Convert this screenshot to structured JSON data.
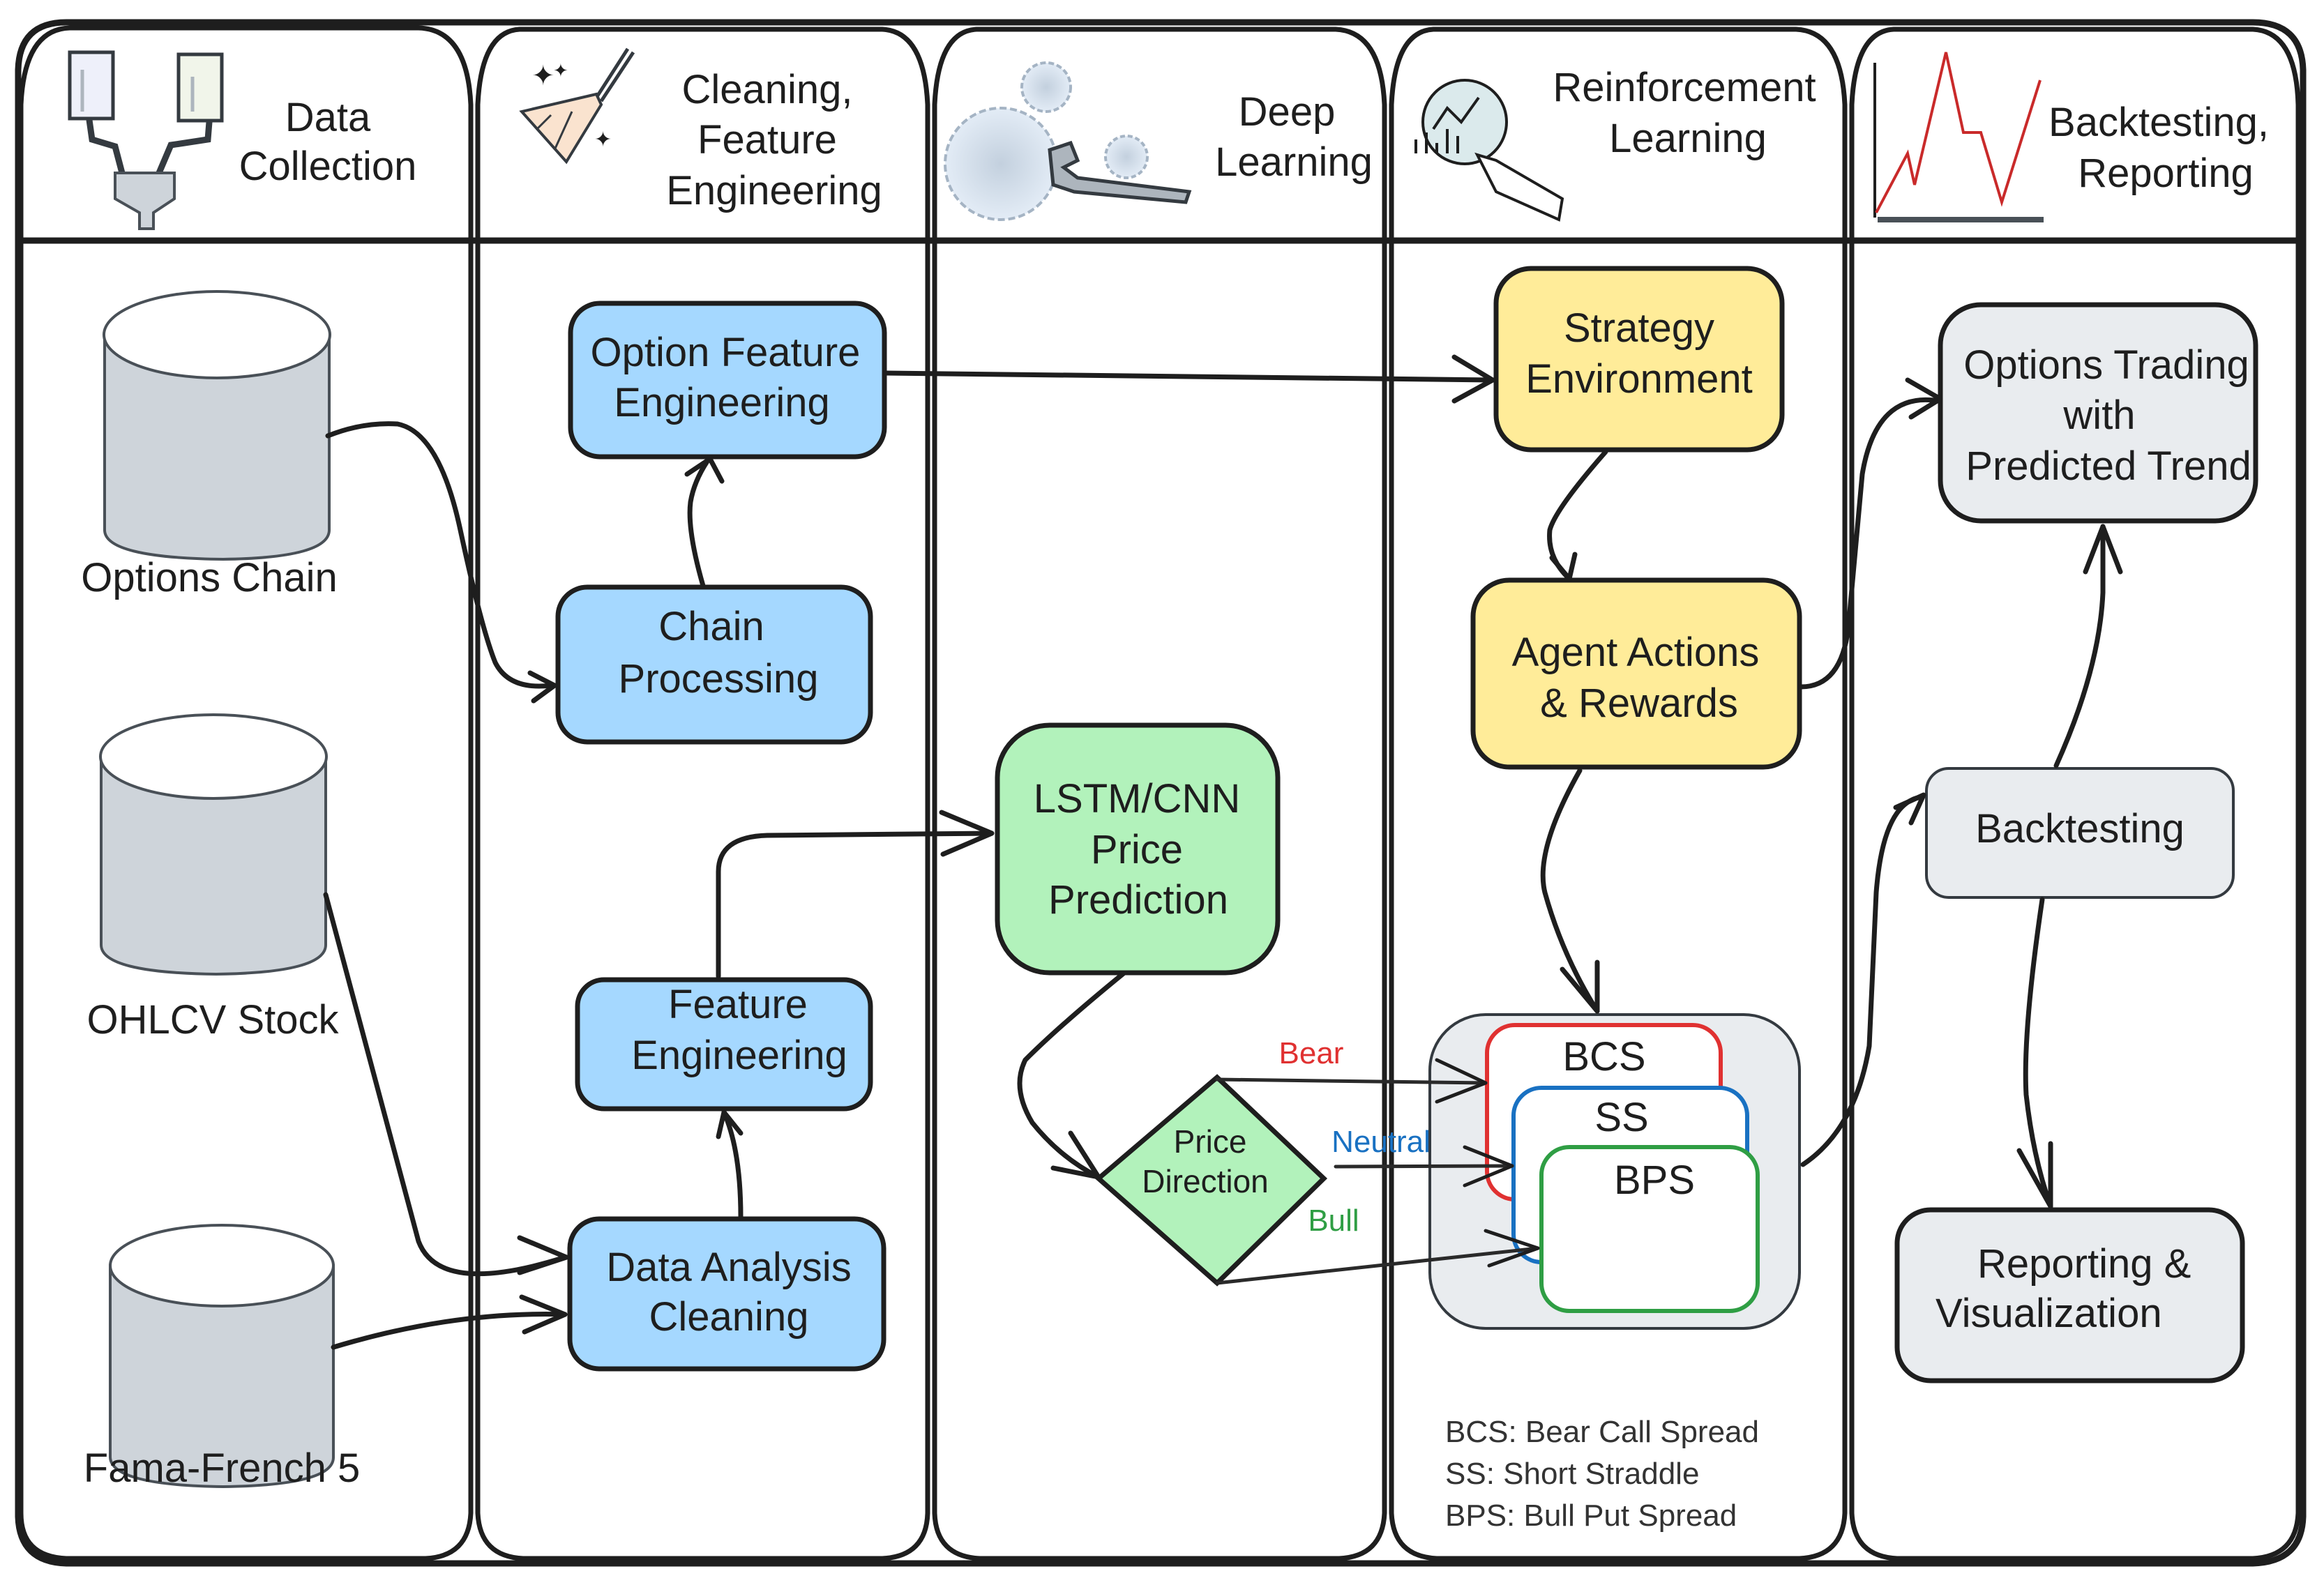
{
  "colors": {
    "stroke": "#1e1e1e",
    "blue_fill": "#a5d8ff",
    "yellow_fill": "#ffec99",
    "green_fill": "#b2f2bb",
    "gray_fill": "#e9ecef",
    "cylinder_fill": "#ced4da",
    "bear_red": "#e03131",
    "neutral_blue": "#1971c2",
    "bull_green": "#2f9e44",
    "chart_red": "#c92a2a"
  },
  "lanes": [
    {
      "id": "data-collection",
      "title_lines": [
        "Data",
        "Collection"
      ],
      "icon": "files-to-funnel-icon"
    },
    {
      "id": "cleaning",
      "title_lines": [
        "Cleaning,",
        "Feature",
        "Engineering"
      ],
      "icon": "broom-sparkle-icon"
    },
    {
      "id": "deep-learning",
      "title_lines": [
        "Deep",
        "Learning"
      ],
      "icon": "gears-wrench-icon"
    },
    {
      "id": "reinforcement-learning",
      "title_lines": [
        "Reinforcement",
        "Learning"
      ],
      "icon": "magnifier-chart-icon"
    },
    {
      "id": "backtesting",
      "title_lines": [
        "Backtesting,",
        "Reporting"
      ],
      "icon": "line-chart-icon"
    }
  ],
  "sources": [
    {
      "label": "Options Chain"
    },
    {
      "label": "OHLCV Stock"
    },
    {
      "label": "Fama-French 5"
    }
  ],
  "nodes": {
    "option_feature_engineering": [
      "Option Feature",
      "Engineering"
    ],
    "chain_processing": [
      "Chain",
      "Processing"
    ],
    "feature_engineering": [
      "Feature",
      "Engineering"
    ],
    "data_analysis_cleaning": [
      "Data Analysis",
      "Cleaning"
    ],
    "lstm_cnn": [
      "LSTM/CNN",
      "Price",
      "Prediction"
    ],
    "price_direction": [
      "Price",
      "Direction"
    ],
    "strategy_environment": [
      "Strategy",
      "Environment"
    ],
    "agent_actions": [
      "Agent Actions",
      "& Rewards"
    ],
    "options_trading": [
      "Options Trading",
      "with",
      "Predicted Trend"
    ],
    "backtesting": [
      "Backtesting"
    ],
    "reporting": [
      "Reporting &",
      "Visualization"
    ]
  },
  "strategies": [
    {
      "label": "BCS"
    },
    {
      "label": "SS"
    },
    {
      "label": "BPS"
    }
  ],
  "edge_labels": {
    "bear": "Bear",
    "neutral": "Neutral",
    "bull": "Bull"
  },
  "legend": [
    "BCS: Bear Call Spread",
    "SS: Short Straddle",
    "BPS: Bull Put Spread"
  ]
}
